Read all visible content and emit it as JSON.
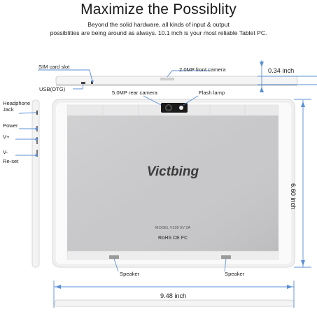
{
  "header": {
    "title": "Maximize the Possiblity",
    "line1": "Beyond the solid hardware, all kinds of input & output",
    "line2": "possiblities are being around as always. 10.1 inch is your most reliable Tablet PC."
  },
  "top_view": {
    "sim_card_slot": "SIM card slot",
    "usb_otg": "USB(OTG)",
    "front_camera": "2.0MP front camera",
    "rear_camera": "5.0MP rear camera",
    "flash_lamp": "Flash lamp",
    "thickness": "0.34 inch"
  },
  "side_view": {
    "headphone_jack": "Headphone Jack",
    "power": "Power",
    "volume_up": "V+",
    "volume_down": "V-",
    "reset": "Re-set"
  },
  "back_view": {
    "brand": "Victbing",
    "model_text": "MODEL  V109     5V 2A",
    "certifications": "RoHS  CE  FC",
    "speaker_left": "Speaker",
    "speaker_right": "Speaker",
    "height": "6.60 inch",
    "width": "9.48 inch"
  },
  "colors": {
    "accent_blue": "#5a8fd6",
    "body_silver": "#c8c8ca",
    "frame_white": "#f2f2f2",
    "camera_black": "#1a1a1a"
  }
}
